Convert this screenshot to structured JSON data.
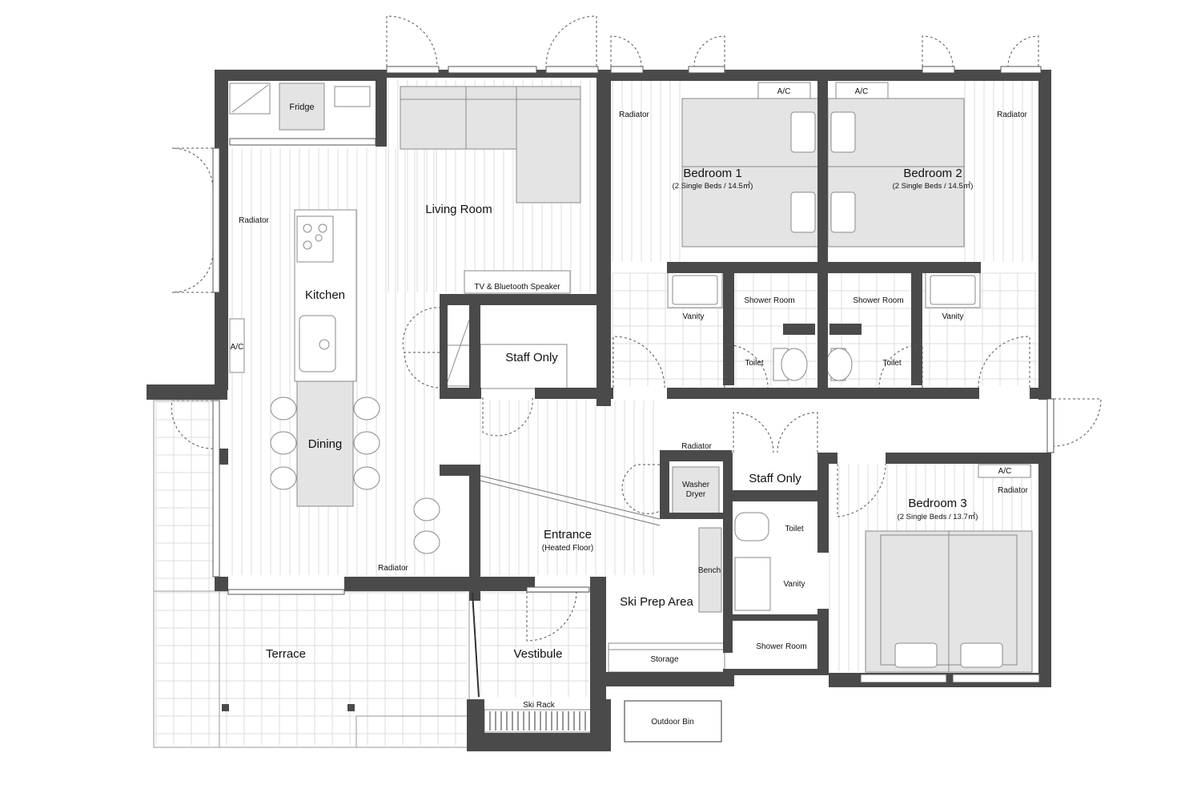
{
  "colors": {
    "wall": "#4a4a4a",
    "furniture_fill": "#e4e4e4",
    "furniture_stroke": "#8a8a8a",
    "floor_line": "#dcdcdc",
    "background": "#ffffff"
  },
  "rooms": {
    "fridge": "Fridge",
    "living_room": "Living Room",
    "kitchen": "Kitchen",
    "dining": "Dining",
    "tv_speaker": "TV & Bluetooth Speaker",
    "staff_only_1": "Staff Only",
    "staff_only_2": "Staff Only",
    "bedroom1_name": "Bedroom 1",
    "bedroom1_detail": "(2 Single Beds / 14.5㎡)",
    "bedroom2_name": "Bedroom 2",
    "bedroom2_detail": "(2 Single Beds / 14.5㎡)",
    "bedroom3_name": "Bedroom 3",
    "bedroom3_detail": "(2 Single Beds / 13.7㎡)",
    "entrance": "Entrance",
    "entrance_detail": "(Heated Floor)",
    "ski_prep": "Ski Prep Area",
    "vestibule": "Vestibule",
    "terrace": "Terrace",
    "storage": "Storage",
    "ski_rack": "Ski Rack",
    "outdoor_bin": "Outdoor Bin",
    "washer_1": "Washer",
    "washer_2": "Dryer",
    "bench": "Bench"
  },
  "fixtures": {
    "ac_kitchen": "A/C",
    "ac_bed1": "A/C",
    "ac_bed2": "A/C",
    "ac_bed3": "A/C",
    "radiator_kitchen": "Radiator",
    "radiator_bed1": "Radiator",
    "radiator_bed2": "Radiator",
    "radiator_bed3": "Radiator",
    "radiator_laundry": "Radiator",
    "radiator_living": "Radiator",
    "vanity_1": "Vanity",
    "vanity_2": "Vanity",
    "vanity_3": "Vanity",
    "shower_1": "Shower Room",
    "shower_2": "Shower Room",
    "shower_3": "Shower Room",
    "toilet_1": "Toilet",
    "toilet_2": "Toilet",
    "toilet_3": "Toilet"
  }
}
